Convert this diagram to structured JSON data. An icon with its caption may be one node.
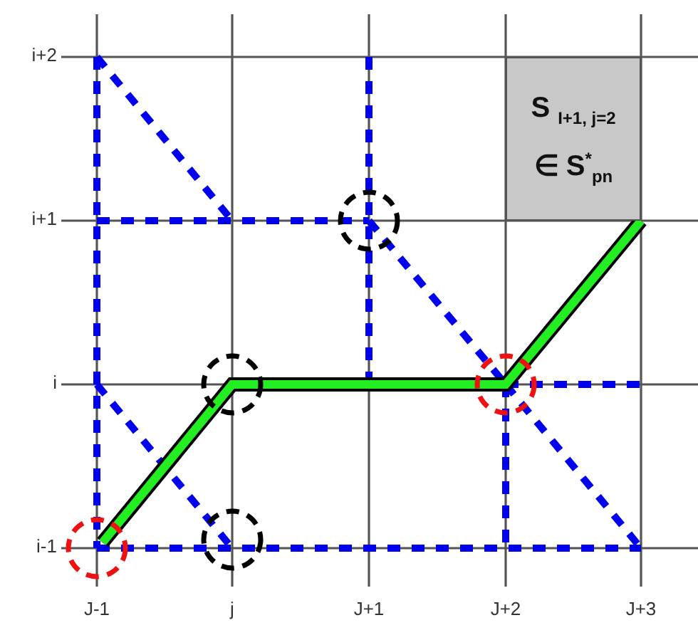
{
  "diagram": {
    "nodes": [
      {
        "text": [
          "S $_{I+1, j=2}$",
          "∈ S$^{*}$$_{pn}$"
        ]
      }
    ],
    "labels": [
      "i+2",
      "i+1",
      "i",
      "i-1",
      "J-1",
      "j",
      "J+1",
      "J+2",
      "J+3"
    ]
  }
}
